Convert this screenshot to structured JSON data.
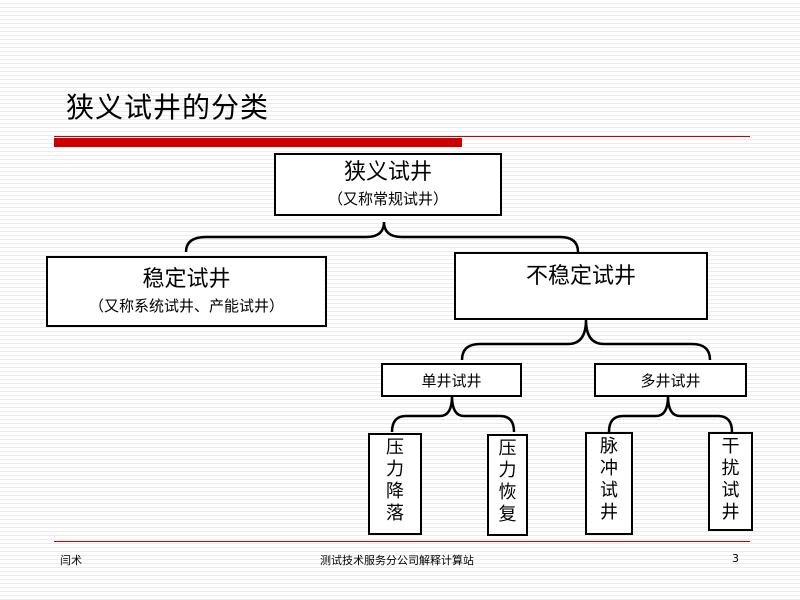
{
  "title": "狭义试井的分类",
  "nodes": {
    "root": {
      "label": "狭义试井",
      "sub": "（又称常规试井）"
    },
    "stable": {
      "label": "稳定试井",
      "sub": "（又称系统试井、产能试井）"
    },
    "unstable": {
      "label": "不稳定试井"
    },
    "single_well": {
      "label": "单井试井"
    },
    "multi_well": {
      "label": "多井试井"
    },
    "drawdown": {
      "label": "压力降落"
    },
    "buildup": {
      "label": "压力恢复"
    },
    "pulse": {
      "label": "脉冲试井"
    },
    "interference": {
      "label": "干扰试井"
    }
  },
  "footer": {
    "left": "闫术",
    "center": "测试技术服务分公司解释计算站",
    "page": "3"
  },
  "colors": {
    "accent": "#cc0000"
  }
}
